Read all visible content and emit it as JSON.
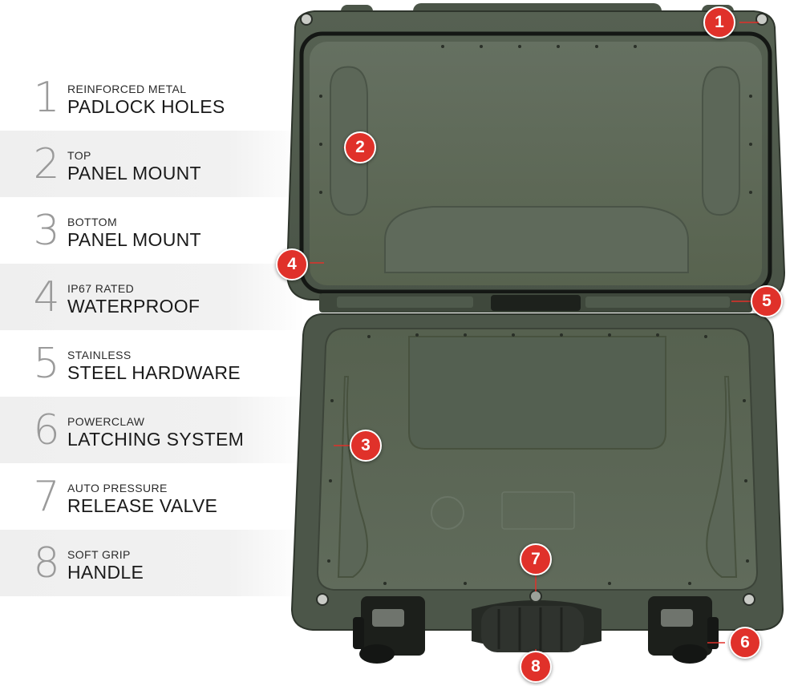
{
  "features": [
    {
      "number": "1",
      "subtitle": "REINFORCED METAL",
      "title": "PADLOCK HOLES"
    },
    {
      "number": "2",
      "subtitle": "TOP",
      "title": "PANEL MOUNT"
    },
    {
      "number": "3",
      "subtitle": "BOTTOM",
      "title": "PANEL MOUNT"
    },
    {
      "number": "4",
      "subtitle": "IP67 RATED",
      "title": "WATERPROOF"
    },
    {
      "number": "5",
      "subtitle": "STAINLESS",
      "title": "STEEL HARDWARE"
    },
    {
      "number": "6",
      "subtitle": "POWERCLAW",
      "title": "LATCHING SYSTEM"
    },
    {
      "number": "7",
      "subtitle": "AUTO PRESSURE",
      "title": "RELEASE VALVE"
    },
    {
      "number": "8",
      "subtitle": "SOFT GRIP",
      "title": "HANDLE"
    }
  ],
  "callouts": [
    "1",
    "2",
    "3",
    "4",
    "5",
    "6",
    "7",
    "8"
  ],
  "colors": {
    "case_olive": "#4f5a4c",
    "case_interior": "#5d6859",
    "callout_red": "#e0312a",
    "label_gray": "#9a9a9a",
    "row_shade": "#efefef"
  }
}
